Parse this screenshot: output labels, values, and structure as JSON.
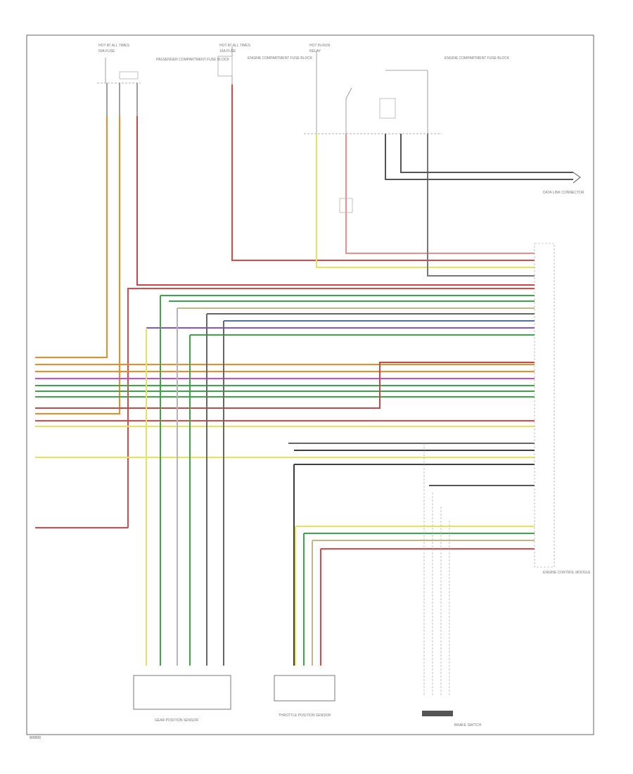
{
  "footer_code": "W0000",
  "wire_colors": {
    "red": "#e04646",
    "orange": "#f08a24",
    "magenta": "#d04ad0",
    "green": "#3aa845",
    "yellow": "#e8e455",
    "blue": "#4f68d8",
    "purple": "#8e4fd0",
    "gray": "#666666",
    "dark": "#3d3d3d",
    "tan": "#c9b480",
    "pink": "#ee8d8d",
    "light": "#b5b5b5"
  },
  "top_components": [
    {
      "label": "HOT AT ALL TIMES",
      "ref": "50A FUSE"
    },
    {
      "label": "PASSENGER COMPARTMENT FUSE BLOCK"
    },
    {
      "label": "HOT AT ALL TIMES",
      "ref": "15A FUSE"
    },
    {
      "label": "ENGINE COMPARTMENT FUSE BLOCK"
    },
    {
      "label": "HOT IN RUN",
      "ref": "RELAY"
    },
    {
      "label": "ENGINE COMPARTMENT FUSE BLOCK"
    },
    {
      "label": "DATA LINK CONNECTOR"
    }
  ],
  "bottom_components": [
    {
      "label": "GEAR POSITION SENSOR"
    },
    {
      "label": "THROTTLE POSITION SENSOR"
    },
    {
      "label": "BRAKE SWITCH"
    }
  ],
  "right_module_label": "ENGINE CONTROL MODULE"
}
